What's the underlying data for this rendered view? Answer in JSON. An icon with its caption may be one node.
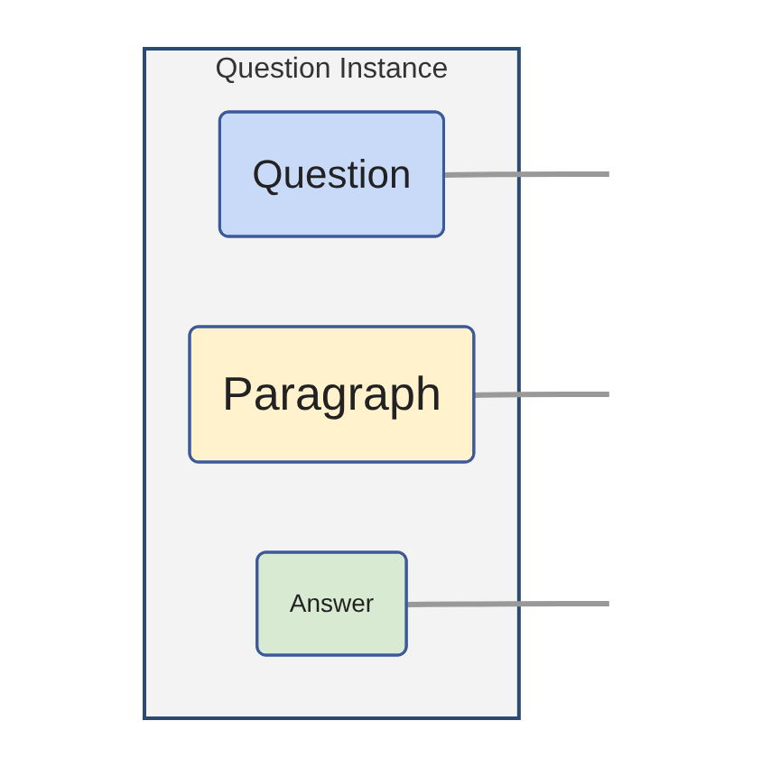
{
  "diagram": {
    "nodes": [
      {
        "text": [
          "Question Instance"
        ]
      },
      {
        "text": [
          "Question"
        ],
        "in": 0
      },
      {
        "text": [
          "Paragraph"
        ],
        "in": 0
      },
      {
        "text": [
          "Answer"
        ],
        "in": 0
      }
    ],
    "edges": [
      {
        "from": 1,
        "to": null,
        "arrow": "none"
      },
      {
        "from": 2,
        "to": null,
        "arrow": "none"
      },
      {
        "from": 3,
        "to": null,
        "arrow": "none"
      }
    ]
  }
}
